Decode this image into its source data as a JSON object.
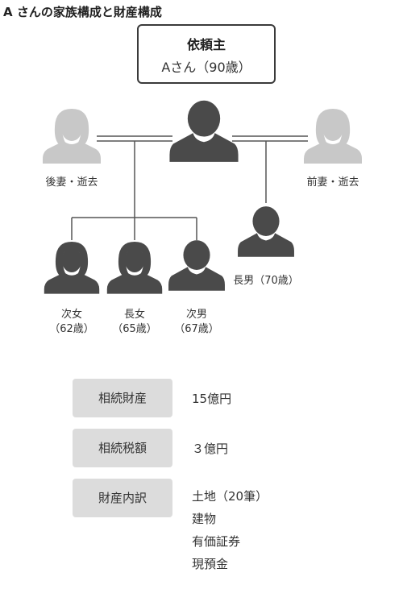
{
  "title": "A さんの家族構成と財産構成",
  "client": {
    "role": "依頼主",
    "name": "Aさん（90歳）"
  },
  "people": {
    "second_wife": "後妻・逝去",
    "first_wife": "前妻・逝去",
    "eldest_son": "長男（70歳）",
    "second_daughter": {
      "rel": "次女",
      "age": "（62歳）"
    },
    "eldest_daughter": {
      "rel": "長女",
      "age": "（65歳）"
    },
    "second_son": {
      "rel": "次男",
      "age": "（67歳）"
    }
  },
  "assets": {
    "inheritance_label": "相続財産",
    "inheritance_value": "15億円",
    "tax_label": "相続税額",
    "tax_value": "３億円",
    "breakdown_label": "財産内訳",
    "breakdown_items": [
      "土地（20筆）",
      "建物",
      "有価証券",
      "現預金"
    ]
  },
  "colors": {
    "person_dark": "#4a4a4a",
    "person_deceased": "#c8c8c8",
    "pill_bg": "#dcdcdc"
  }
}
